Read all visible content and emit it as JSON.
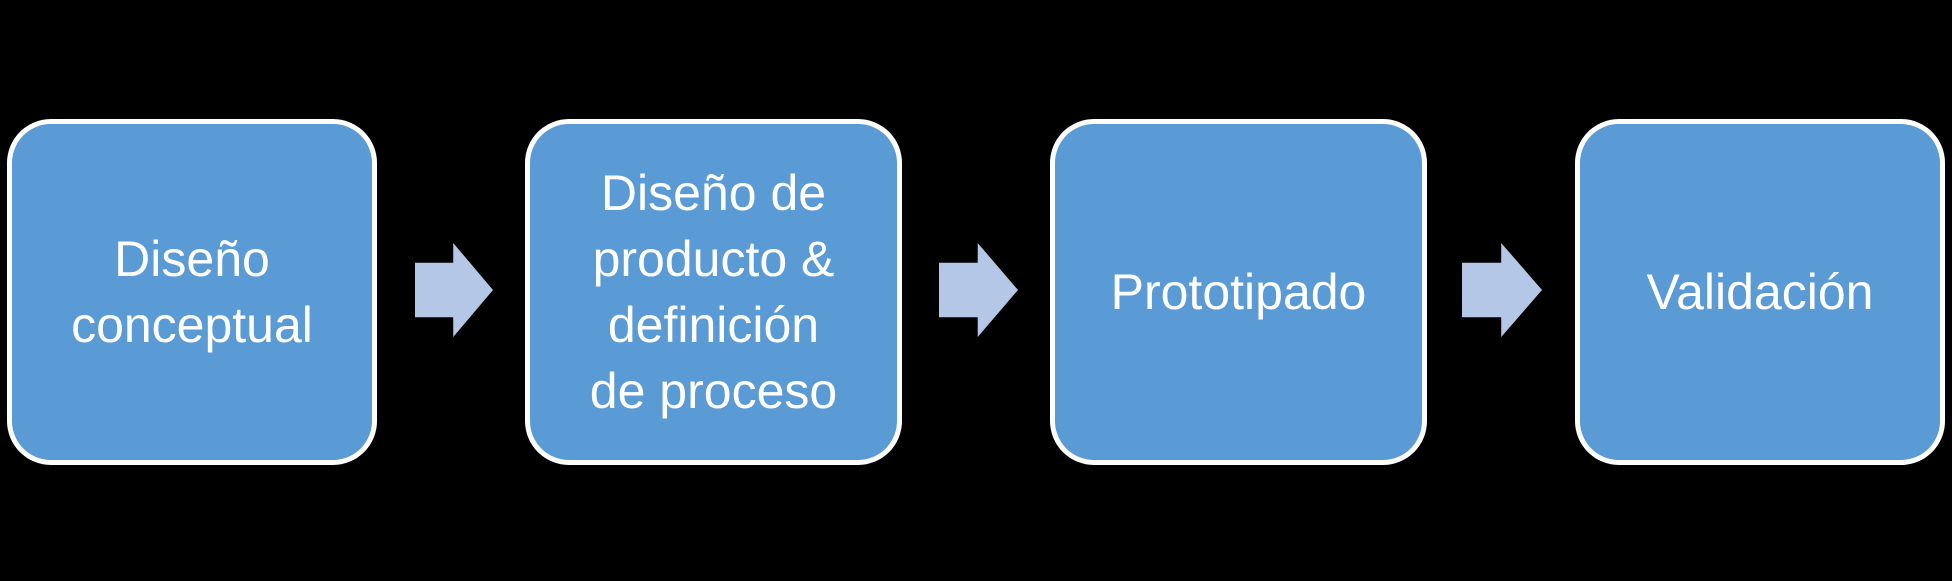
{
  "diagram": {
    "type": "process-flow",
    "direction": "left-to-right",
    "background_color": "#000000",
    "box_fill_color": "#5B9BD5",
    "box_border_color": "#FFFFFF",
    "arrow_fill_color": "#B4C7E7",
    "text_color": "#FFFFFF"
  },
  "stages": [
    {
      "id": 1,
      "label": "Diseño\nconceptual"
    },
    {
      "id": 2,
      "label": "Diseño de\nproducto &\ndefinición\nde proceso"
    },
    {
      "id": 3,
      "label": "Prototipado"
    },
    {
      "id": 4,
      "label": "Validación"
    }
  ]
}
